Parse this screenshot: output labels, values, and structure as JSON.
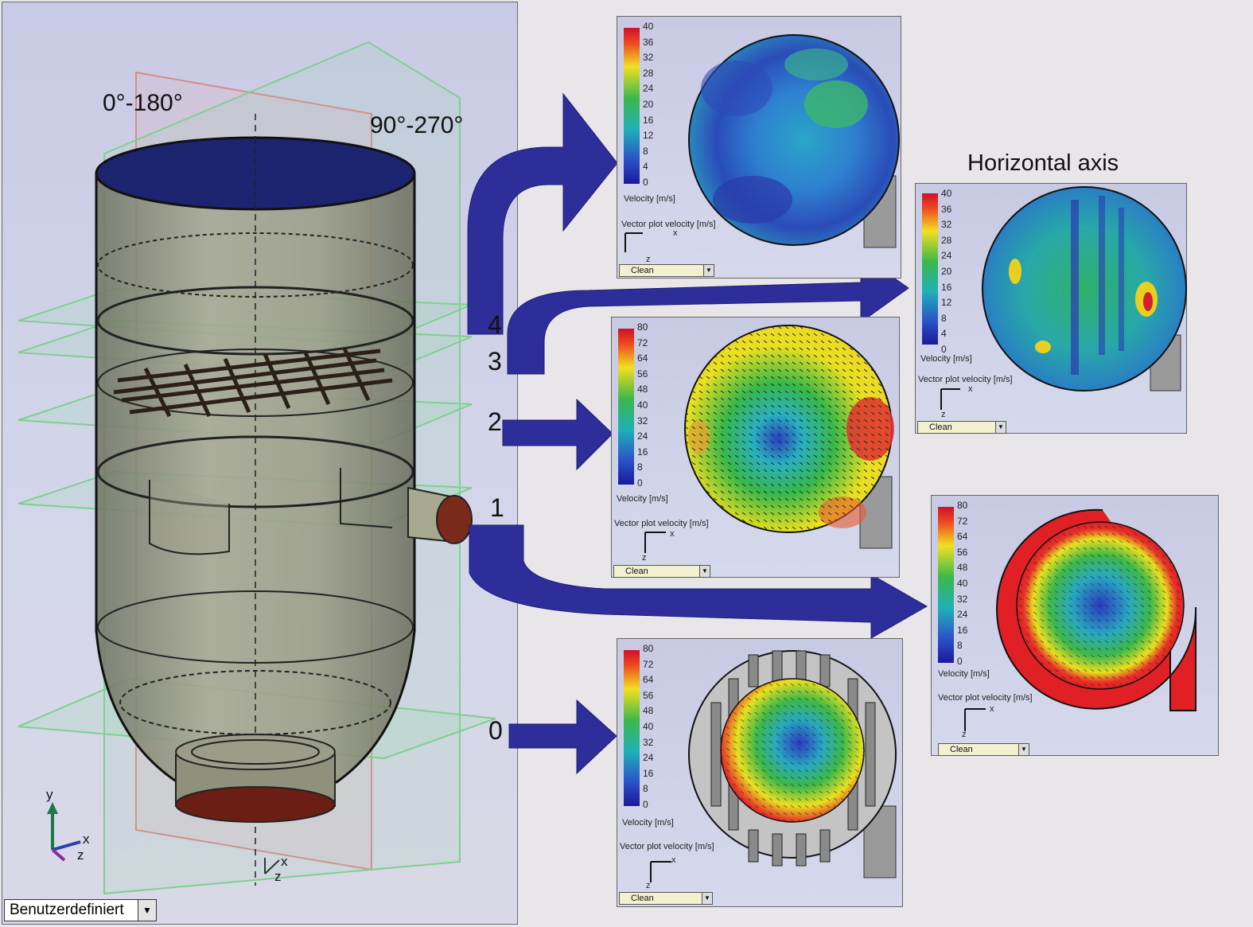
{
  "left_view": {
    "label_plane_a": "0°-180°",
    "label_plane_b": "90°-270°",
    "axis_y": "y",
    "axis_x": "x",
    "axis_z": "z",
    "axis2_x": "x",
    "axis2_z": "z",
    "view_dropdown": "Benutzerdefiniert"
  },
  "stages": {
    "s4": "4",
    "s3": "3",
    "s2": "2",
    "s1": "1",
    "s0": "0"
  },
  "horizontal_axis_title": "Horizontal axis",
  "panels": {
    "p4": {
      "ticks": [
        "40",
        "36",
        "32",
        "28",
        "24",
        "20",
        "16",
        "12",
        "8",
        "4",
        "0"
      ],
      "velocity_label": "Velocity [m/s]",
      "vector_label": "Vector plot velocity [m/s]",
      "ax_x": "x",
      "ax_z": "z",
      "dropdown": "Clean"
    },
    "p3": {
      "ticks": [
        "40",
        "36",
        "32",
        "28",
        "24",
        "20",
        "16",
        "12",
        "8",
        "4",
        "0"
      ],
      "velocity_label": "Velocity [m/s]",
      "vector_label": "Vector plot velocity [m/s]",
      "ax_x": "x",
      "ax_z": "z",
      "dropdown": "Clean"
    },
    "p2": {
      "ticks": [
        "80",
        "72",
        "64",
        "56",
        "48",
        "40",
        "32",
        "24",
        "16",
        "8",
        "0"
      ],
      "velocity_label": "Velocity [m/s]",
      "vector_label": "Vector plot velocity [m/s]",
      "ax_x": "x",
      "ax_z": "z",
      "dropdown": "Clean"
    },
    "p1": {
      "ticks": [
        "80",
        "72",
        "64",
        "56",
        "48",
        "40",
        "32",
        "24",
        "16",
        "8",
        "0"
      ],
      "velocity_label": "Velocity [m/s]",
      "vector_label": "Vector plot velocity [m/s]",
      "ax_x": "x",
      "ax_z": "z",
      "dropdown": "Clean"
    },
    "p0": {
      "ticks": [
        "80",
        "72",
        "64",
        "56",
        "48",
        "40",
        "32",
        "24",
        "16",
        "8",
        "0"
      ],
      "velocity_label": "Velocity [m/s]",
      "vector_label": "Vector plot velocity [m/s]",
      "ax_x": "x",
      "ax_z": "z",
      "dropdown": "Clean"
    }
  },
  "colors": {
    "arrow": "#2e2e9a",
    "vessel": "#8e907a",
    "top_lid": "#1c2470",
    "bottom": "#6b1e14",
    "plane_green": "#7fd08f",
    "plane_red": "#d98a8a"
  }
}
